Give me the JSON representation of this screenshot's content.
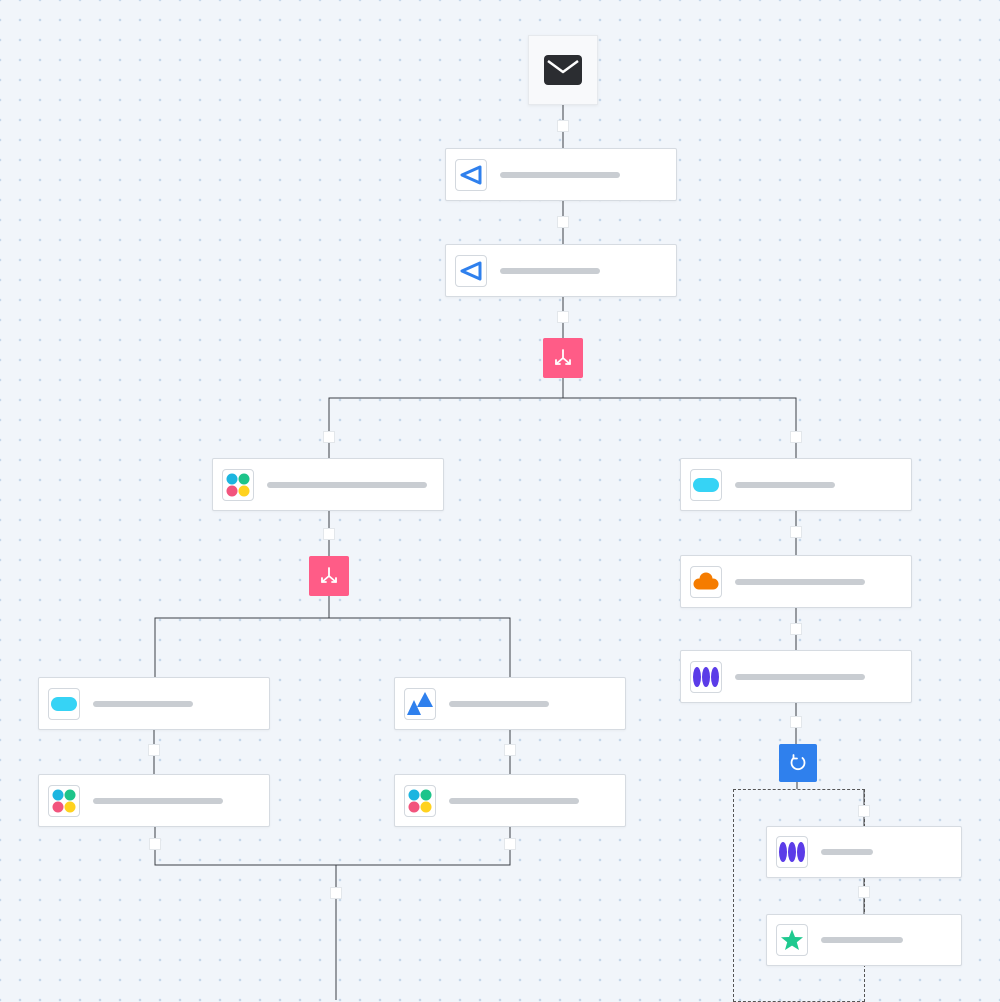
{
  "workflow": {
    "trigger": {
      "icon": "envelope-icon"
    },
    "splits": [
      {
        "icon": "split-icon",
        "color": "#ff5c87"
      },
      {
        "icon": "split-icon",
        "color": "#ff5c87"
      }
    ],
    "loop": {
      "icon": "loop-icon",
      "color": "#2f80ed"
    },
    "steps": [
      {
        "app": "triangle-arrow-app",
        "label": ""
      },
      {
        "app": "triangle-arrow-app",
        "label": ""
      },
      {
        "app": "four-dots-app",
        "label": ""
      },
      {
        "app": "pill-app",
        "label": ""
      },
      {
        "app": "cloud-app",
        "label": ""
      },
      {
        "app": "bars-app",
        "label": ""
      },
      {
        "app": "pill-app",
        "label": ""
      },
      {
        "app": "triangles-app",
        "label": ""
      },
      {
        "app": "four-dots-app",
        "label": ""
      },
      {
        "app": "four-dots-app",
        "label": ""
      },
      {
        "app": "bars-app",
        "label": ""
      },
      {
        "app": "star-app",
        "label": ""
      }
    ]
  }
}
